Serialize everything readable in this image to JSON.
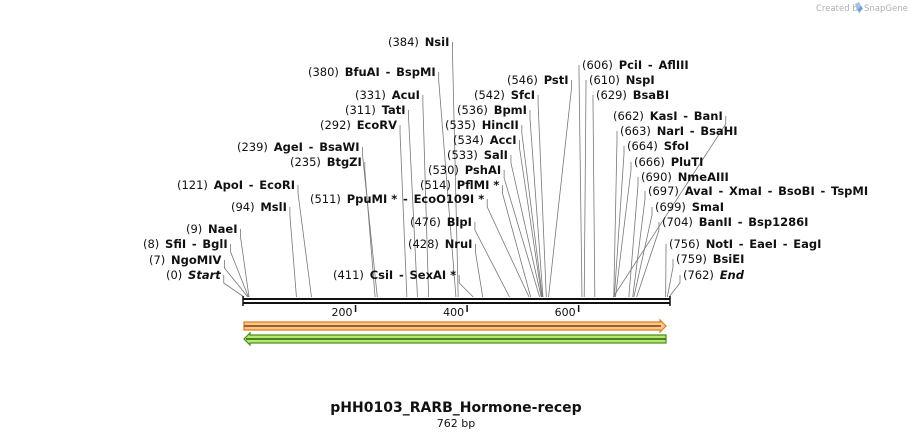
{
  "credit": {
    "prefix": "Created by",
    "brand": "SnapGene"
  },
  "map": {
    "name": "pHH0103_RARB_Hormone-recep",
    "length_label": "762 bp",
    "length": 762,
    "ticks": [
      {
        "value": 200,
        "label": "200"
      },
      {
        "value": 400,
        "label": "400"
      },
      {
        "value": 600,
        "label": "600"
      }
    ],
    "features": [
      {
        "name": "forward-arrow",
        "fill": "#f5c98a",
        "stroke": "#e07b1f"
      },
      {
        "name": "reverse-arrow",
        "fill": "#b6e86a",
        "stroke": "#4a8f1f"
      }
    ]
  },
  "sites": [
    {
      "pos": "(384)",
      "parts": [
        "NsiI"
      ],
      "site": 384
    },
    {
      "pos": "(380)",
      "parts": [
        "BfuAI",
        "BspMI"
      ],
      "site": 380
    },
    {
      "pos": "(331)",
      "parts": [
        "AcuI"
      ],
      "site": 331
    },
    {
      "pos": "(311)",
      "parts": [
        "TatI"
      ],
      "site": 311
    },
    {
      "pos": "(292)",
      "parts": [
        "EcoRV"
      ],
      "site": 292
    },
    {
      "pos": "(239)",
      "parts": [
        "AgeI",
        "BsaWI"
      ],
      "site": 239
    },
    {
      "pos": "(235)",
      "parts": [
        "BtgZI"
      ],
      "site": 235
    },
    {
      "pos": "(121)",
      "parts": [
        "ApoI",
        "EcoRI"
      ],
      "site": 121
    },
    {
      "pos": "(94)",
      "parts": [
        "MslI"
      ],
      "site": 94
    },
    {
      "pos": "(9)",
      "parts": [
        "NaeI"
      ],
      "site": 9
    },
    {
      "pos": "(8)",
      "parts": [
        "SfiI",
        "BglI"
      ],
      "site": 8
    },
    {
      "pos": "(7)",
      "parts": [
        "NgoMIV"
      ],
      "site": 7
    },
    {
      "pos": "(0)",
      "parts": [
        "Start"
      ],
      "site": 0,
      "italic": true
    },
    {
      "pos": "(511)",
      "parts": [
        "PpuMI *",
        "EcoO109I *"
      ],
      "site": 511
    },
    {
      "pos": "(530)",
      "parts": [
        "PshAI"
      ],
      "site": 530
    },
    {
      "pos": "(514)",
      "parts": [
        "PflMI *"
      ],
      "site": 514
    },
    {
      "pos": "(533)",
      "parts": [
        "SalI"
      ],
      "site": 533
    },
    {
      "pos": "(534)",
      "parts": [
        "AccI"
      ],
      "site": 534
    },
    {
      "pos": "(535)",
      "parts": [
        "HincII"
      ],
      "site": 535
    },
    {
      "pos": "(536)",
      "parts": [
        "BpmI"
      ],
      "site": 536
    },
    {
      "pos": "(542)",
      "parts": [
        "SfcI"
      ],
      "site": 542
    },
    {
      "pos": "(546)",
      "parts": [
        "PstI"
      ],
      "site": 546
    },
    {
      "pos": "(476)",
      "parts": [
        "BlpI"
      ],
      "site": 476
    },
    {
      "pos": "(428)",
      "parts": [
        "NruI"
      ],
      "site": 428
    },
    {
      "pos": "(411)",
      "parts": [
        "CsiI",
        "SexAI *"
      ],
      "site": 411
    },
    {
      "pos": "(606)",
      "parts": [
        "PciI",
        "AflIII"
      ],
      "site": 606
    },
    {
      "pos": "(610)",
      "parts": [
        "NspI"
      ],
      "site": 610
    },
    {
      "pos": "(629)",
      "parts": [
        "BsaBI"
      ],
      "site": 629
    },
    {
      "pos": "(662)",
      "parts": [
        "KasI",
        "BanI"
      ],
      "site": 662
    },
    {
      "pos": "(663)",
      "parts": [
        "NarI",
        "BsaHI"
      ],
      "site": 663
    },
    {
      "pos": "(664)",
      "parts": [
        "SfoI"
      ],
      "site": 664
    },
    {
      "pos": "(666)",
      "parts": [
        "PluTI"
      ],
      "site": 666
    },
    {
      "pos": "(690)",
      "parts": [
        "NmeAIII"
      ],
      "site": 690
    },
    {
      "pos": "(697)",
      "parts": [
        "AvaI",
        "XmaI",
        "BsoBI",
        "TspMI"
      ],
      "site": 697
    },
    {
      "pos": "(699)",
      "parts": [
        "SmaI"
      ],
      "site": 699
    },
    {
      "pos": "(704)",
      "parts": [
        "BanII",
        "Bsp1286I"
      ],
      "site": 704
    },
    {
      "pos": "(756)",
      "parts": [
        "NotI",
        "EaeI",
        "EagI"
      ],
      "site": 756
    },
    {
      "pos": "(759)",
      "parts": [
        "BsiEI"
      ],
      "site": 759
    },
    {
      "pos": "(762)",
      "parts": [
        "End"
      ],
      "site": 762,
      "italic": true
    }
  ]
}
